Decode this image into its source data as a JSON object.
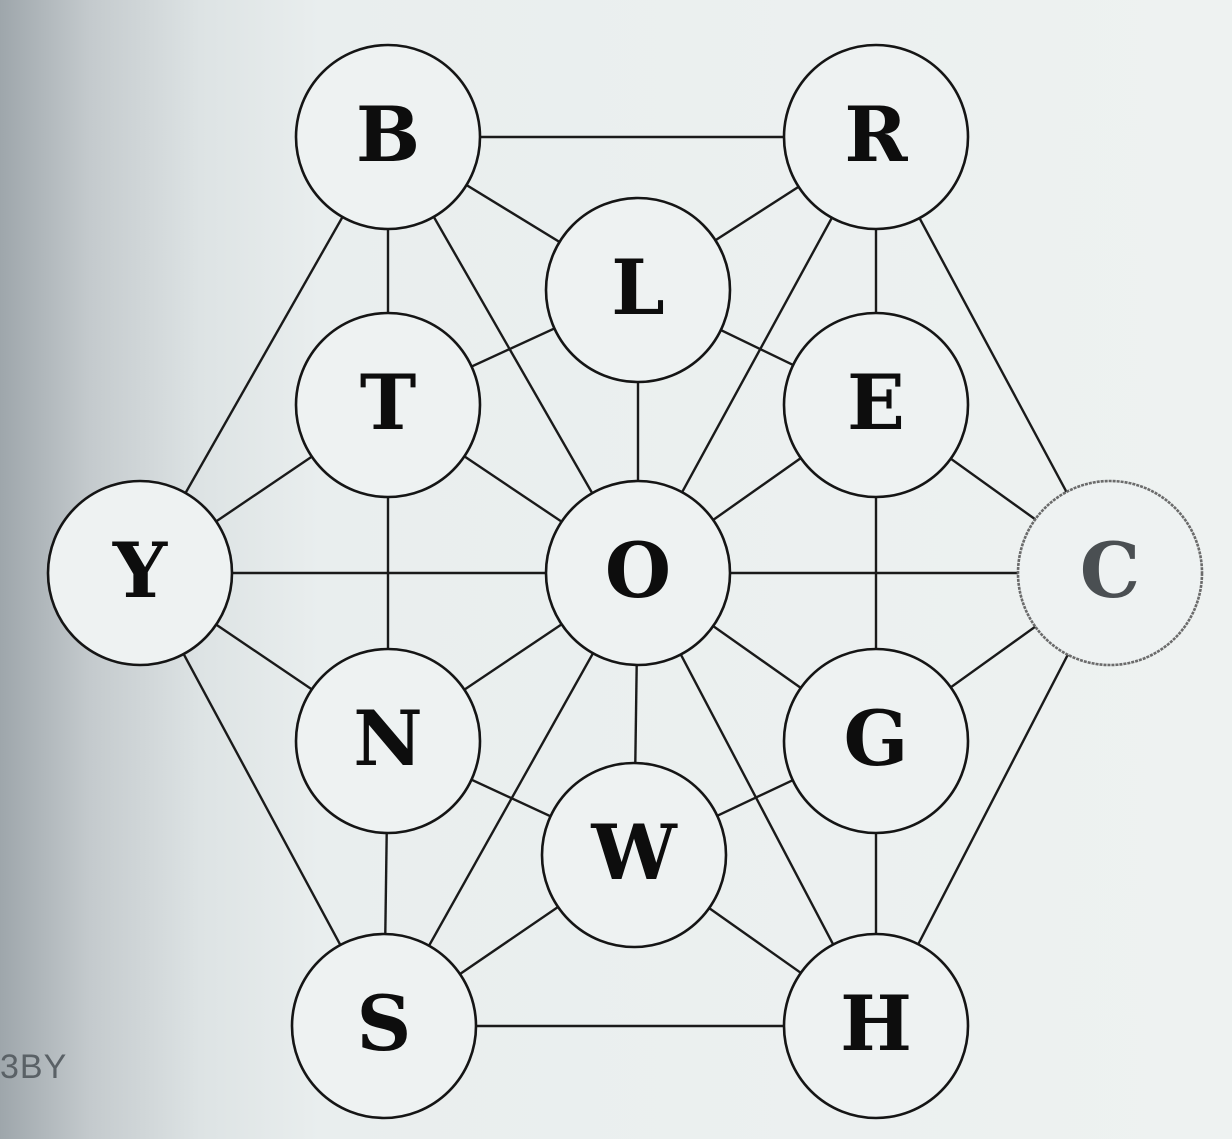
{
  "margin_note": "3BY",
  "nodes": [
    {
      "id": "B",
      "label": "B"
    },
    {
      "id": "R",
      "label": "R"
    },
    {
      "id": "L",
      "label": "L"
    },
    {
      "id": "T",
      "label": "T"
    },
    {
      "id": "E",
      "label": "E"
    },
    {
      "id": "Y",
      "label": "Y"
    },
    {
      "id": "O",
      "label": "O"
    },
    {
      "id": "C",
      "label": "C",
      "faded": true
    },
    {
      "id": "N",
      "label": "N"
    },
    {
      "id": "G",
      "label": "G"
    },
    {
      "id": "W",
      "label": "W"
    },
    {
      "id": "S",
      "label": "S"
    },
    {
      "id": "H",
      "label": "H"
    }
  ],
  "edges": [
    [
      "B",
      "R"
    ],
    [
      "B",
      "L"
    ],
    [
      "B",
      "T"
    ],
    [
      "B",
      "Y"
    ],
    [
      "B",
      "O"
    ],
    [
      "R",
      "L"
    ],
    [
      "R",
      "E"
    ],
    [
      "R",
      "O"
    ],
    [
      "R",
      "C"
    ],
    [
      "L",
      "T"
    ],
    [
      "L",
      "E"
    ],
    [
      "L",
      "O"
    ],
    [
      "T",
      "Y"
    ],
    [
      "T",
      "O"
    ],
    [
      "T",
      "N"
    ],
    [
      "E",
      "O"
    ],
    [
      "E",
      "C"
    ],
    [
      "E",
      "G"
    ],
    [
      "Y",
      "O"
    ],
    [
      "Y",
      "N"
    ],
    [
      "Y",
      "S"
    ],
    [
      "O",
      "C"
    ],
    [
      "O",
      "N"
    ],
    [
      "O",
      "G"
    ],
    [
      "O",
      "W"
    ],
    [
      "O",
      "S"
    ],
    [
      "O",
      "H"
    ],
    [
      "C",
      "G"
    ],
    [
      "C",
      "H"
    ],
    [
      "N",
      "W"
    ],
    [
      "N",
      "S"
    ],
    [
      "G",
      "W"
    ],
    [
      "G",
      "H"
    ],
    [
      "W",
      "S"
    ],
    [
      "W",
      "H"
    ],
    [
      "S",
      "H"
    ]
  ],
  "colors": {
    "line": "#1a1a1a",
    "circle_fill": "#eef2f2",
    "text": "#0d0d0d"
  }
}
